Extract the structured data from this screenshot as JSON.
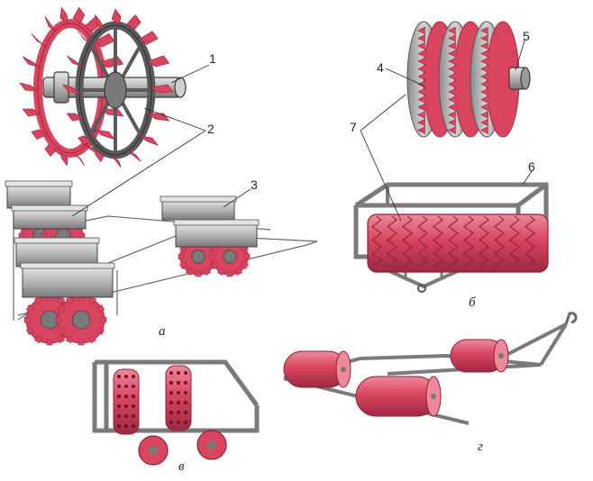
{
  "callouts": {
    "n1": "1",
    "n2": "2",
    "n3": "3",
    "n4": "4",
    "n5": "5",
    "n6": "6",
    "n7": "7"
  },
  "captions": {
    "a": "а",
    "b": "б",
    "v": "в",
    "g": "г"
  },
  "colors": {
    "accent_red": "#d9455f",
    "dark_red": "#a92c45",
    "light_red": "#ec8a9c",
    "metal": "#b8b8b8",
    "metal_dark": "#6e6e6e",
    "ink": "#3a3a3a"
  }
}
